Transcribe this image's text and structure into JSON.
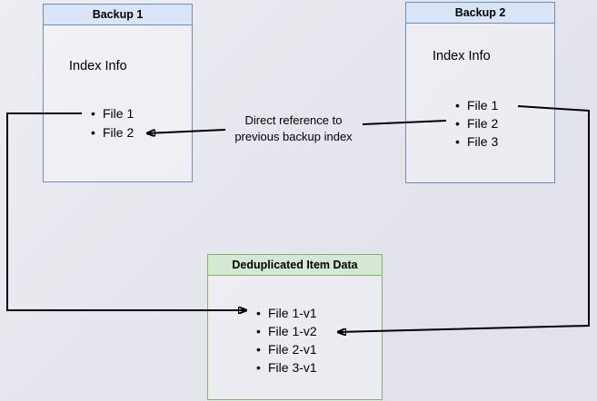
{
  "backup1": {
    "title": "Backup 1",
    "info": "Index Info",
    "items": [
      "File 1",
      "File 2"
    ]
  },
  "backup2": {
    "title": "Backup 2",
    "info": "Index Info",
    "items": [
      "File 1",
      "File 2",
      "File 3"
    ]
  },
  "dedup": {
    "title": "Deduplicated Item Data",
    "items": [
      "File 1-v1",
      "File 1-v2",
      "File 2-v1",
      "File 3-v1"
    ]
  },
  "annotation": {
    "line1": "Direct reference to",
    "line2": "previous backup index"
  },
  "colors": {
    "bg_light": "#ededf2",
    "bg_dark": "#e2e2ec",
    "blue_header": "#d9e5f7",
    "blue_border": "#6c8ebf",
    "green_header": "#d5e8d4",
    "green_border": "#82b366",
    "arrow": "#000000"
  }
}
